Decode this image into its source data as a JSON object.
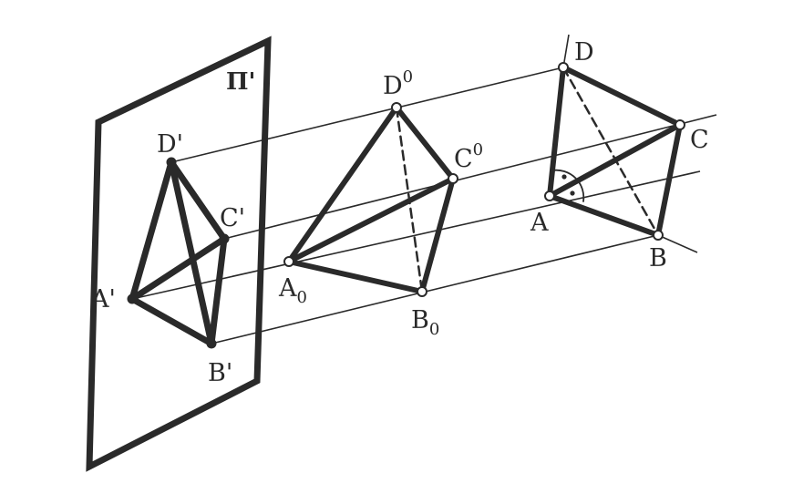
{
  "plane_label": "Π'",
  "projection_labels": {
    "A": "A'",
    "B": "B'",
    "C": "C'",
    "D": "D'"
  },
  "rotated_labels": {
    "A": {
      "base": "A",
      "sub": "0"
    },
    "B": {
      "base": "B",
      "sub": "0"
    },
    "C": {
      "base": "C",
      "sup": "0"
    },
    "D": {
      "base": "D",
      "sup": "0"
    }
  },
  "original_labels": {
    "A": "A",
    "B": "B",
    "C": "C",
    "D": "D"
  },
  "colors": {
    "ink": "#2a2a2a",
    "paper": "#ffffff"
  }
}
